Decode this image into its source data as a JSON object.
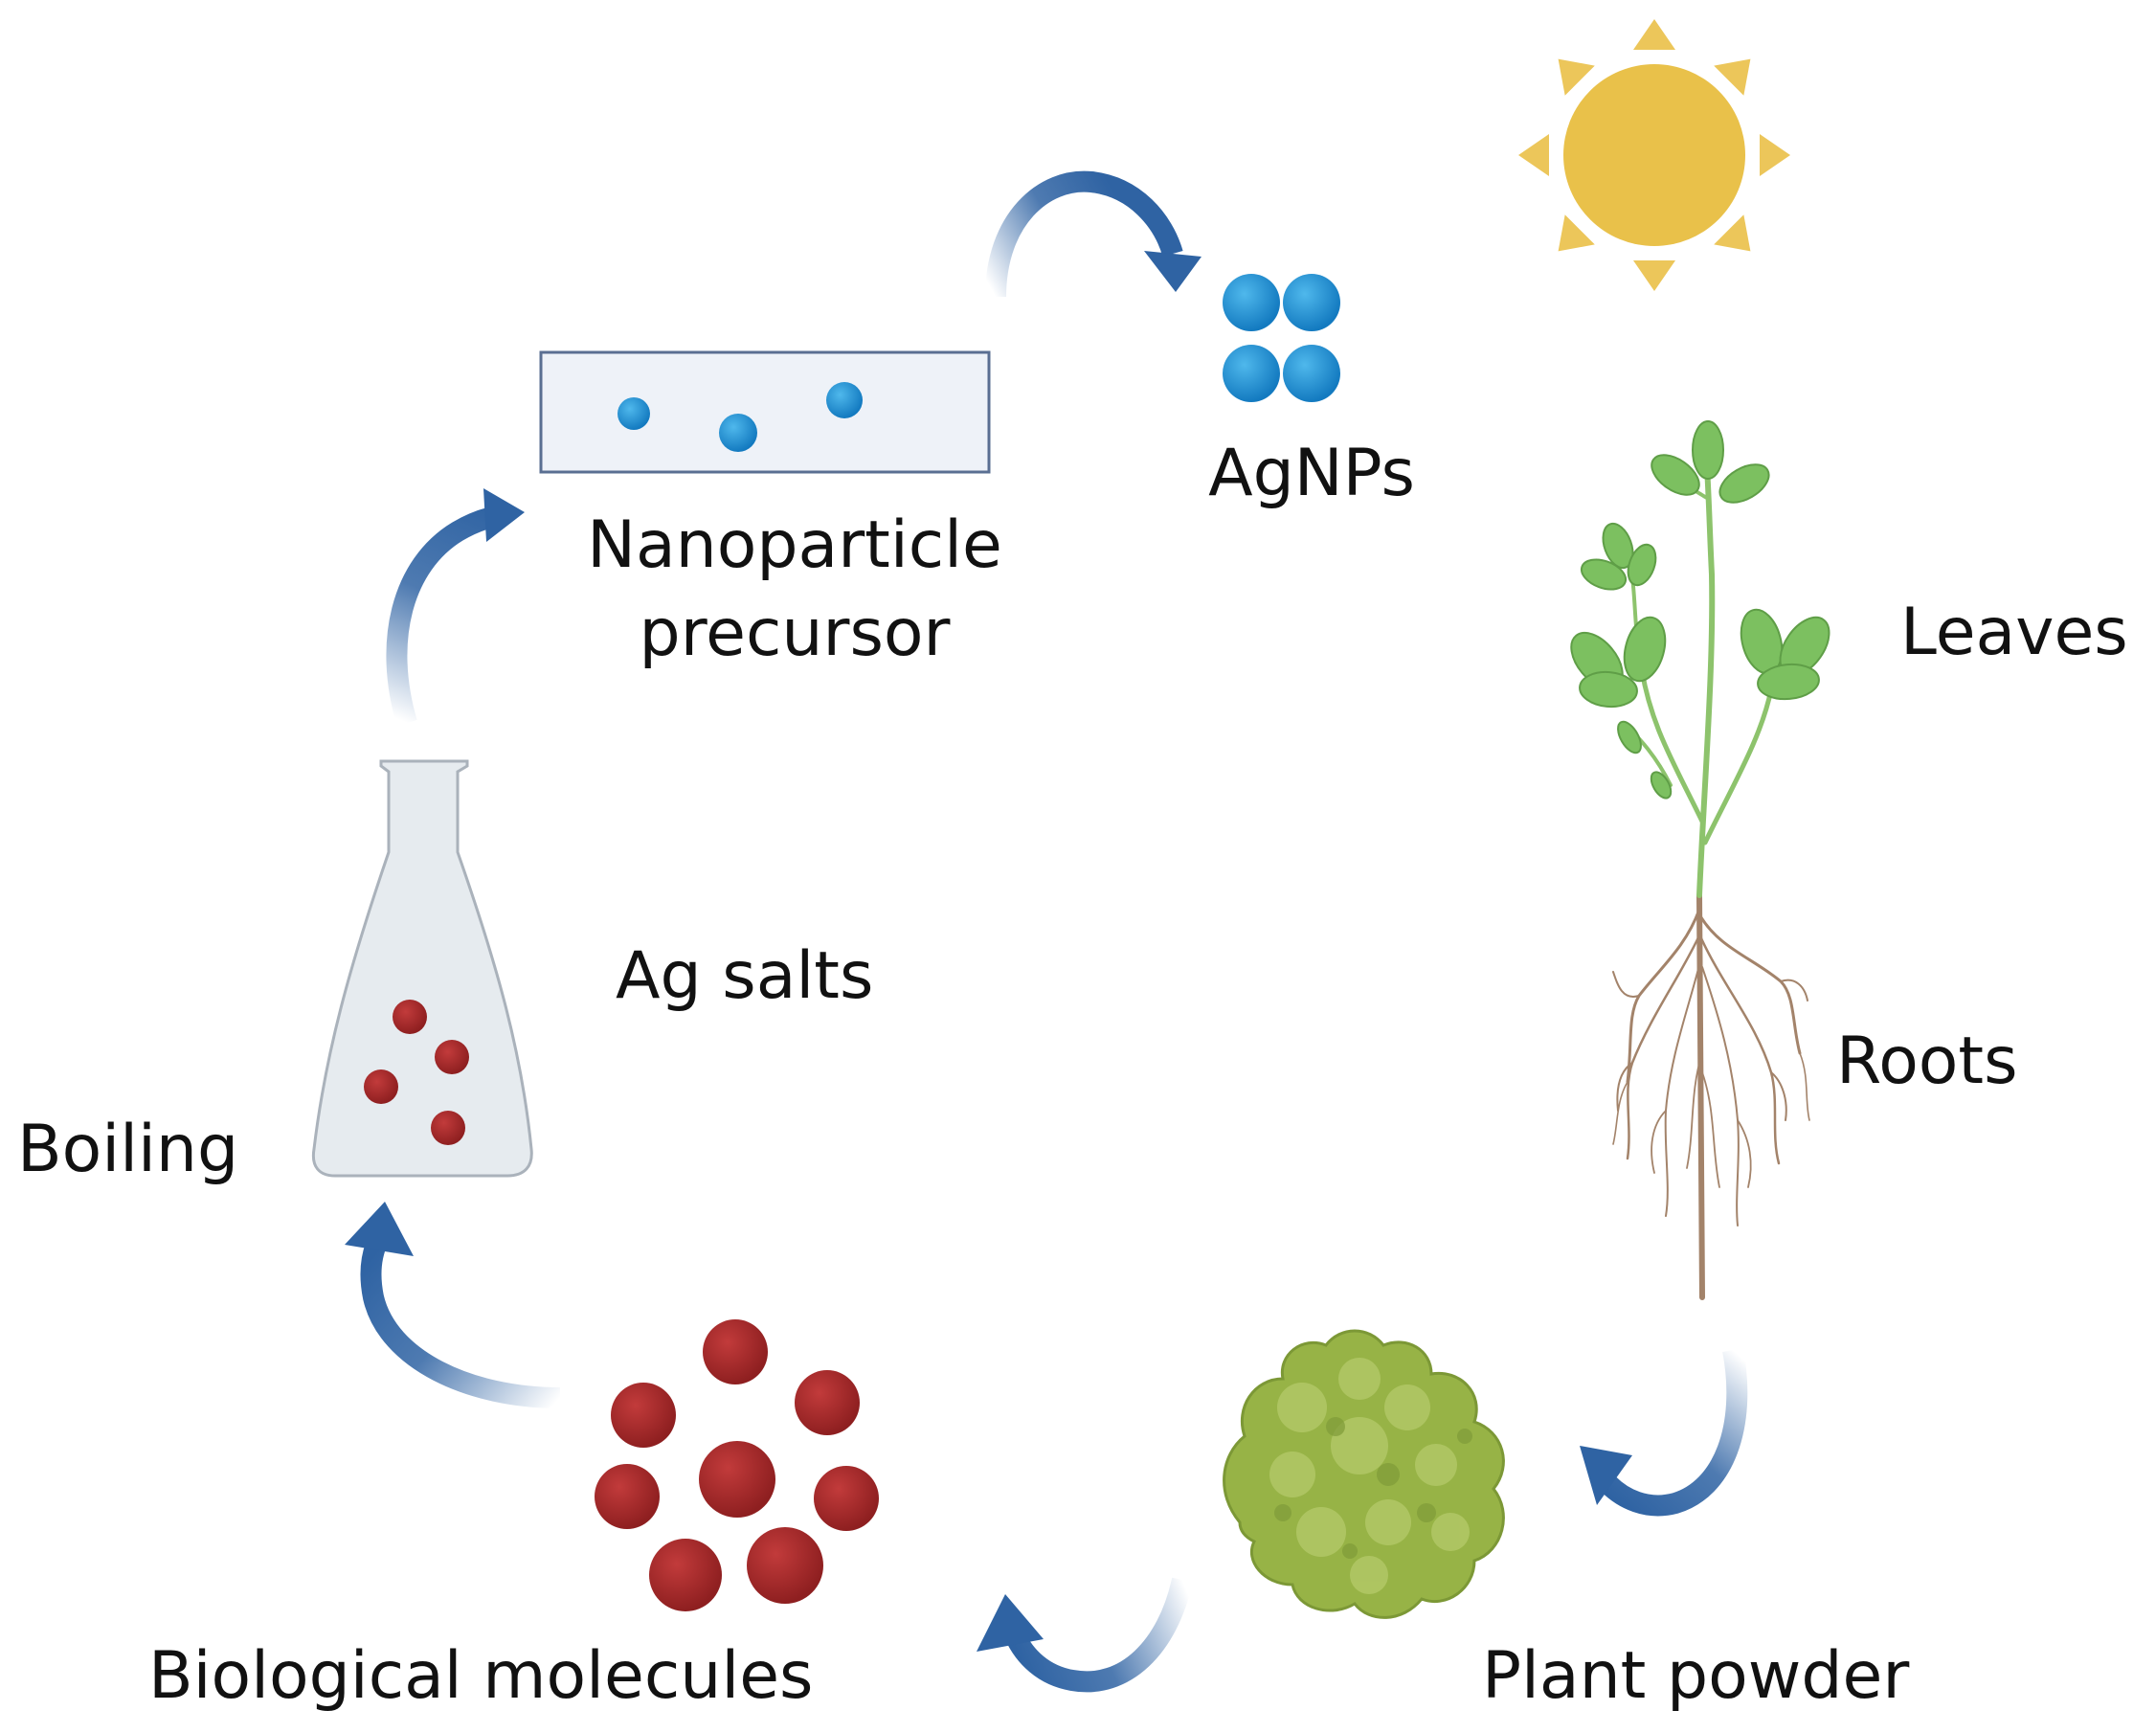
{
  "labels": {
    "agnps": "AgNPs",
    "nanoparticle_precursor_line1": "Nanoparticle",
    "nanoparticle_precursor_line2": "precursor",
    "leaves": "Leaves",
    "roots": "Roots",
    "ag_salts": "Ag salts",
    "boiling": "Boiling",
    "biological_molecules": "Biological molecules",
    "plant_powder": "Plant powder"
  },
  "colors": {
    "arrow_blue": "#2f63a3",
    "nanoparticle_blue": "#1e8fd0",
    "molecule_red": "#a52a2a",
    "sun_yellow": "#e9c14a",
    "leaf_green": "#7cc060",
    "powder_green": "#97b346",
    "root_brown": "#a3836a",
    "flask_fill": "#e6ebef",
    "precursor_box_fill": "#eef2f8",
    "precursor_box_stroke": "#5a6f92"
  },
  "icons": [
    "sun-icon",
    "plant-icon",
    "flask-icon",
    "powder-icon",
    "nanoparticle-cluster-icon",
    "molecule-cluster-icon"
  ]
}
